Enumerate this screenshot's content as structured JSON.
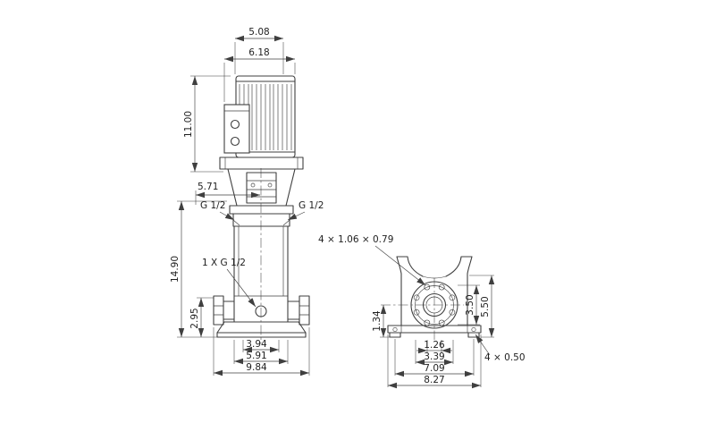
{
  "page": {
    "background": "#ffffff",
    "line_color": "#3f3f3f",
    "text_color": "#1f1f1f"
  },
  "left_view": {
    "dims": {
      "motor_top_width": "5.08",
      "motor_width": "6.18",
      "motor_height": "11.00",
      "head_offset": "5.71",
      "pump_height": "14.90",
      "port_left_label": "G 1/2",
      "port_right_label": "G 1/2",
      "drain_port_label": "1 X G 1/2",
      "flange_center_height": "2.95",
      "port_face_width": "3.94",
      "flange_width": "5.91",
      "overall_width": "9.84"
    }
  },
  "right_view": {
    "dims": {
      "bolt_hole_note": "4 × 1.06  × 0.79",
      "base_to_center_height": "1.34",
      "flange_span": "3.50",
      "flange_top_height": "5.50",
      "hub_width": "1.26",
      "bolt_span": "3.39",
      "foot_hole_span": "7.09",
      "base_width": "8.27",
      "foot_hole_note": "4  × 0.50"
    }
  }
}
